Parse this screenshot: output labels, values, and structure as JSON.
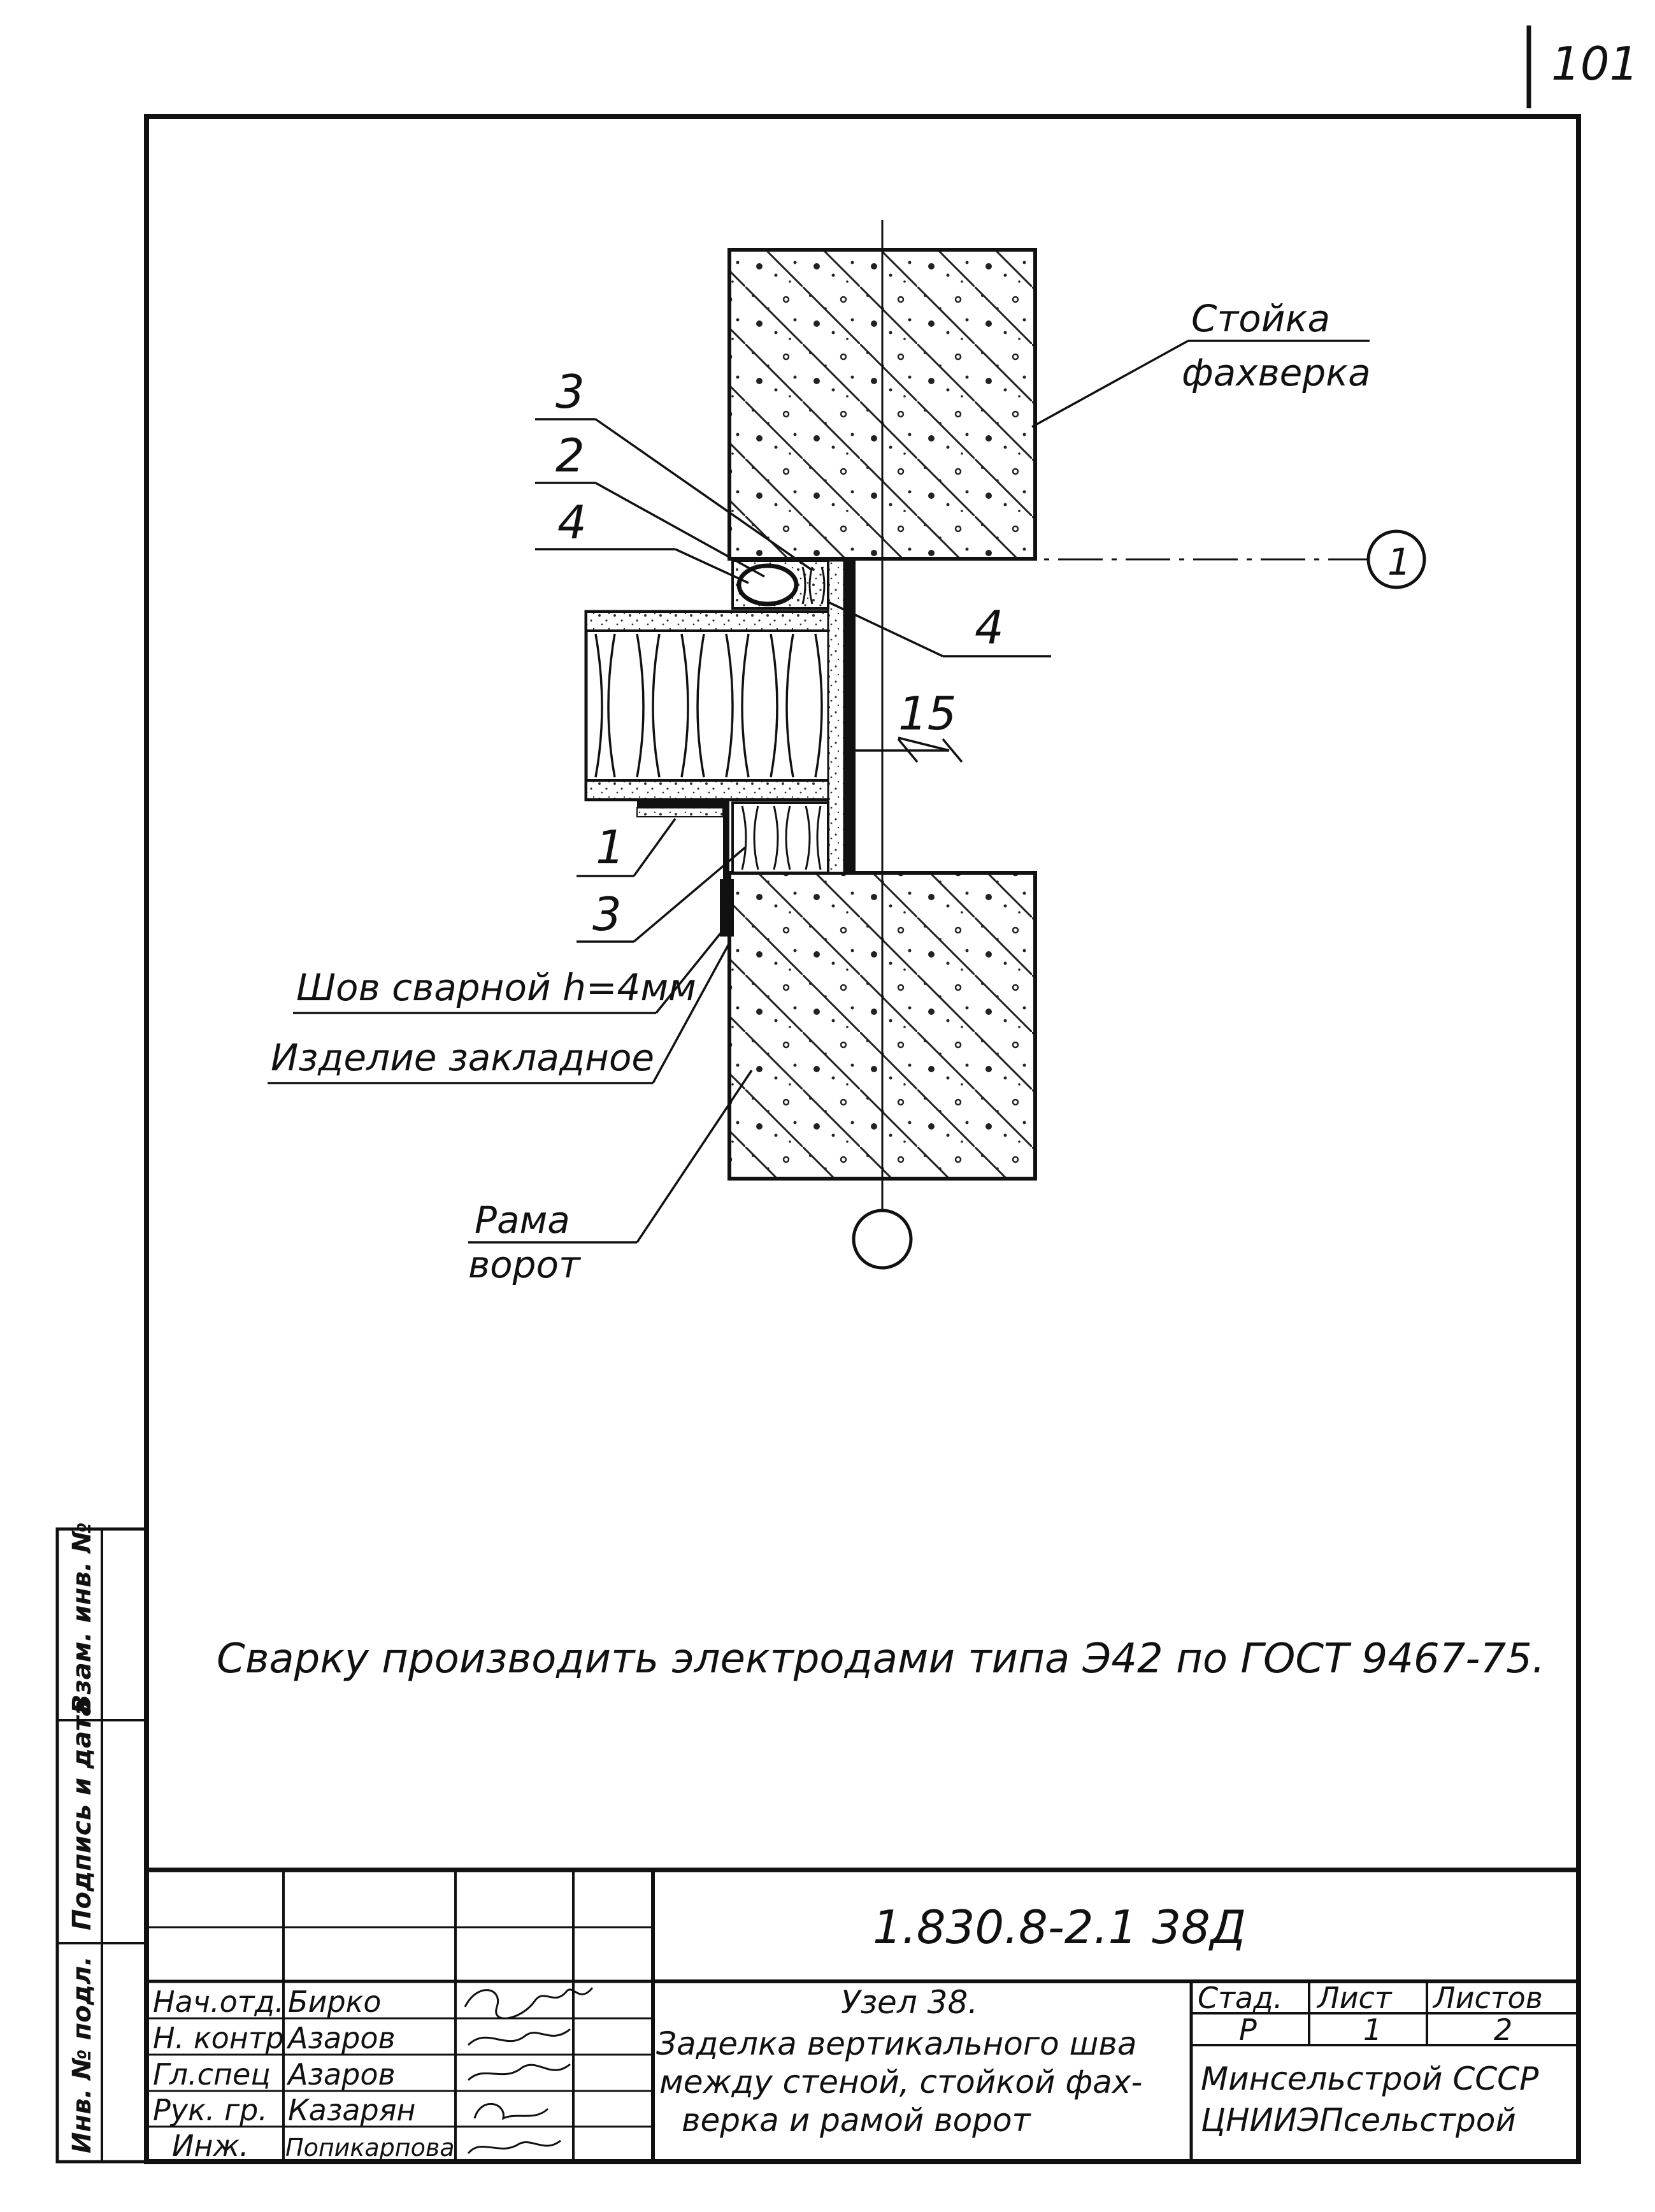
{
  "sheet_number": "101",
  "labels": {
    "stoika_line1": "Стойка",
    "stoika_line2": "фахверка",
    "callout_3_top": "3",
    "callout_2": "2",
    "callout_4_left": "4",
    "callout_4_right": "4",
    "dim_15": "15",
    "callout_1": "1",
    "callout_3_bottom": "3",
    "weld": "Шов сварной h=4мм",
    "embedded": "Изделие закладное",
    "rama_line1": "Рама",
    "rama_line2": "ворот",
    "axis_1": "1",
    "axis_bottom": ""
  },
  "note": "Сварку производить электродами типа Э42 по ГОСТ 9467-75.",
  "side_stamp": {
    "inv_podl": "Инв. № подл.",
    "podpis_data": "Подпись и дата",
    "vzam_inv": "Взам. инв. №"
  },
  "title_block": {
    "code": "1.830.8-2.1 38Д",
    "title_line1": "Узел 38.",
    "title_line2": "Заделка вертикального шва",
    "title_line3": "между стеной, стойкой фах-",
    "title_line4": "верка и рамой ворот",
    "headers": {
      "stage": "Стад.",
      "sheet": "Лист",
      "sheets": "Листов"
    },
    "values": {
      "stage": "Р",
      "sheet": "1",
      "sheets": "2"
    },
    "org_line1": "Минсельстрой СССР",
    "org_line2": "ЦНИИЭПсельстрой",
    "staff": [
      {
        "role": "Нач.отд.",
        "name": "Бирко"
      },
      {
        "role": "Н. контр",
        "name": "Азаров"
      },
      {
        "role": "Гл.спец",
        "name": "Азаров"
      },
      {
        "role": "Рук. гр.",
        "name": "Казарян"
      },
      {
        "role": "Инж.",
        "name": "Попикарпова"
      }
    ]
  }
}
